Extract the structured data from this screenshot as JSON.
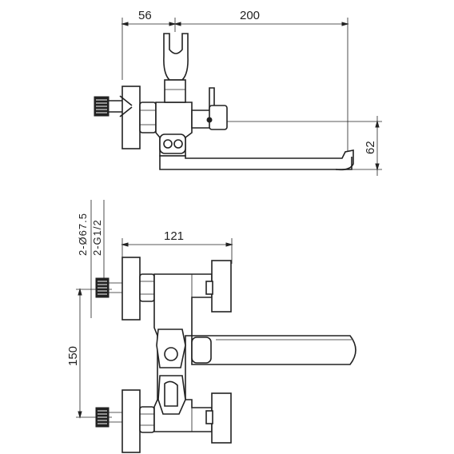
{
  "dimensions": {
    "top_width_left": "56",
    "top_width_right": "200",
    "spout_height": "62",
    "center_width": "121",
    "pipe_spacing": "150",
    "spec_flange": "2-Ø67.5",
    "spec_thread": "2-G1/2"
  },
  "views": [
    "side-view",
    "front-view"
  ]
}
